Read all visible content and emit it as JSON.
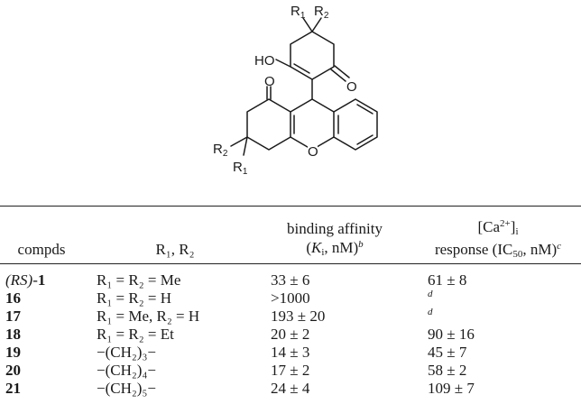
{
  "structure": {
    "substituent_labels": {
      "r1": "R",
      "r1_sub": "1",
      "r2": "R",
      "r2_sub": "2",
      "comma": ","
    },
    "atom_labels": {
      "hydroxyl": "HO",
      "ketone_o_top": "O",
      "ketone_o_left": "O",
      "ring_o": "O"
    }
  },
  "table": {
    "headers": {
      "compds": "compds",
      "r_groups": "R₁, R₂",
      "binding_line1": "binding affinity",
      "binding_line2_pre": "(",
      "binding_line2_k": "K",
      "binding_line2_i": "i",
      "binding_line2_post": ", nM)",
      "binding_footnote": "b",
      "ca_line1_pre": "[Ca",
      "ca_line1_sup": "2+",
      "ca_line1_post": "]",
      "ca_line1_sub": "i",
      "ca_line2_pre": "response (IC",
      "ca_line2_sub": "50",
      "ca_line2_post": ", nM)",
      "ca_footnote": "c"
    },
    "rows": [
      {
        "compd_prefix": "(RS)-",
        "compd": "1",
        "r_groups": "R₁ = R₂ = Me",
        "binding": "33 ± 6",
        "ca": "61 ± 8"
      },
      {
        "compd_prefix": "",
        "compd": "16",
        "r_groups": "R₁ = R₂ = H",
        "binding": ">1000",
        "ca": "d"
      },
      {
        "compd_prefix": "",
        "compd": "17",
        "r_groups": "R₁ = Me, R₂ = H",
        "binding": "193 ± 20",
        "ca": "d"
      },
      {
        "compd_prefix": "",
        "compd": "18",
        "r_groups": "R₁ = R₂ = Et",
        "binding": "20 ± 2",
        "ca": "90 ± 16"
      },
      {
        "compd_prefix": "",
        "compd": "19",
        "r_groups": "−(CH₂)₃−",
        "binding": "14 ± 3",
        "ca": "45 ± 7"
      },
      {
        "compd_prefix": "",
        "compd": "20",
        "r_groups": "−(CH₂)₄−",
        "binding": "17 ± 2",
        "ca": "58 ± 2"
      },
      {
        "compd_prefix": "",
        "compd": "21",
        "r_groups": "−(CH₂)₅−",
        "binding": "24 ± 4",
        "ca": "109 ± 7"
      }
    ]
  }
}
